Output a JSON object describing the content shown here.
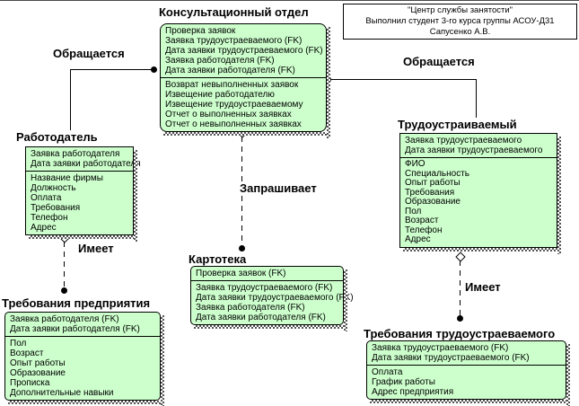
{
  "note": {
    "lines": [
      "\"Центр службы занятости\"",
      "Выполнил студент 3-го курса группы АСОУ-Д31",
      "Сапусенко А.В."
    ]
  },
  "colors": {
    "entity_fill": "#ccffcc",
    "entity_border": "#000000",
    "background": "#ffffff"
  },
  "entities": {
    "consulting_department": {
      "title": "Консультационный отдел",
      "keys": [
        "Проверка заявок",
        "Заявка трудоустраеваемого (FK)",
        "Дата заявки трудоустраеваемого (FK)",
        "Заявка работодателя (FK)",
        "Дата заявки работодателя (FK)"
      ],
      "attrs": [
        "Возврат невыполненных заявок",
        "Извещение работодателю",
        "Извещение трудоустраеваемому",
        "Отчет о выполненных заявках",
        "Отчет о невыполненных заявках"
      ]
    },
    "employer": {
      "title": "Работодатель",
      "keys": [
        "Заявка работодателя",
        "Дата заявки работодателя"
      ],
      "attrs": [
        "Название фирмы",
        "Должность",
        "Оплата",
        "Требования",
        "Телефон",
        "Адрес"
      ]
    },
    "enterprise_requirements": {
      "title": "Требования предприятия",
      "keys": [
        "Заявка работодателя (FK)",
        "Дата заявки работодателя (FK)"
      ],
      "attrs": [
        "Пол",
        "Возраст",
        "Опыт работы",
        "Образование",
        "Прописка",
        "Дополнительные навыки"
      ]
    },
    "card_index": {
      "title": "Картотека",
      "keys": [
        "Проверка заявок (FK)"
      ],
      "attrs": [
        "Заявка трудоустраеваемого (FK)",
        "Дата заявки трудоустраеваемого (FK)",
        "Заявка работодателя (FK)",
        "Дата заявки работодателя (FK)"
      ]
    },
    "job_seeker": {
      "title": "Трудоустраиваемый",
      "keys": [
        "Заявка трудоустраеваемого",
        "Дата заявки трудоустраеваемого"
      ],
      "attrs": [
        "ФИО",
        "Специальность",
        "Опыт работы",
        "Требования",
        "Образование",
        "Пол",
        "Возраст",
        "Телефон",
        "Адрес"
      ]
    },
    "job_seeker_requirements": {
      "title": "Требования трудоустраеваемого",
      "keys": [
        "Заявка трудоустраеваемого (FK)",
        "Дата заявки трудоустраеваемого (FK)"
      ],
      "attrs": [
        "Оплата",
        "График работы",
        "Адрес предприятия"
      ]
    }
  },
  "relationships": {
    "employer_applies": "Обращается",
    "jobseeker_applies": "Обращается",
    "requests": "Запрашивает",
    "employer_has": "Имеет",
    "jobseeker_has": "Имеет"
  }
}
